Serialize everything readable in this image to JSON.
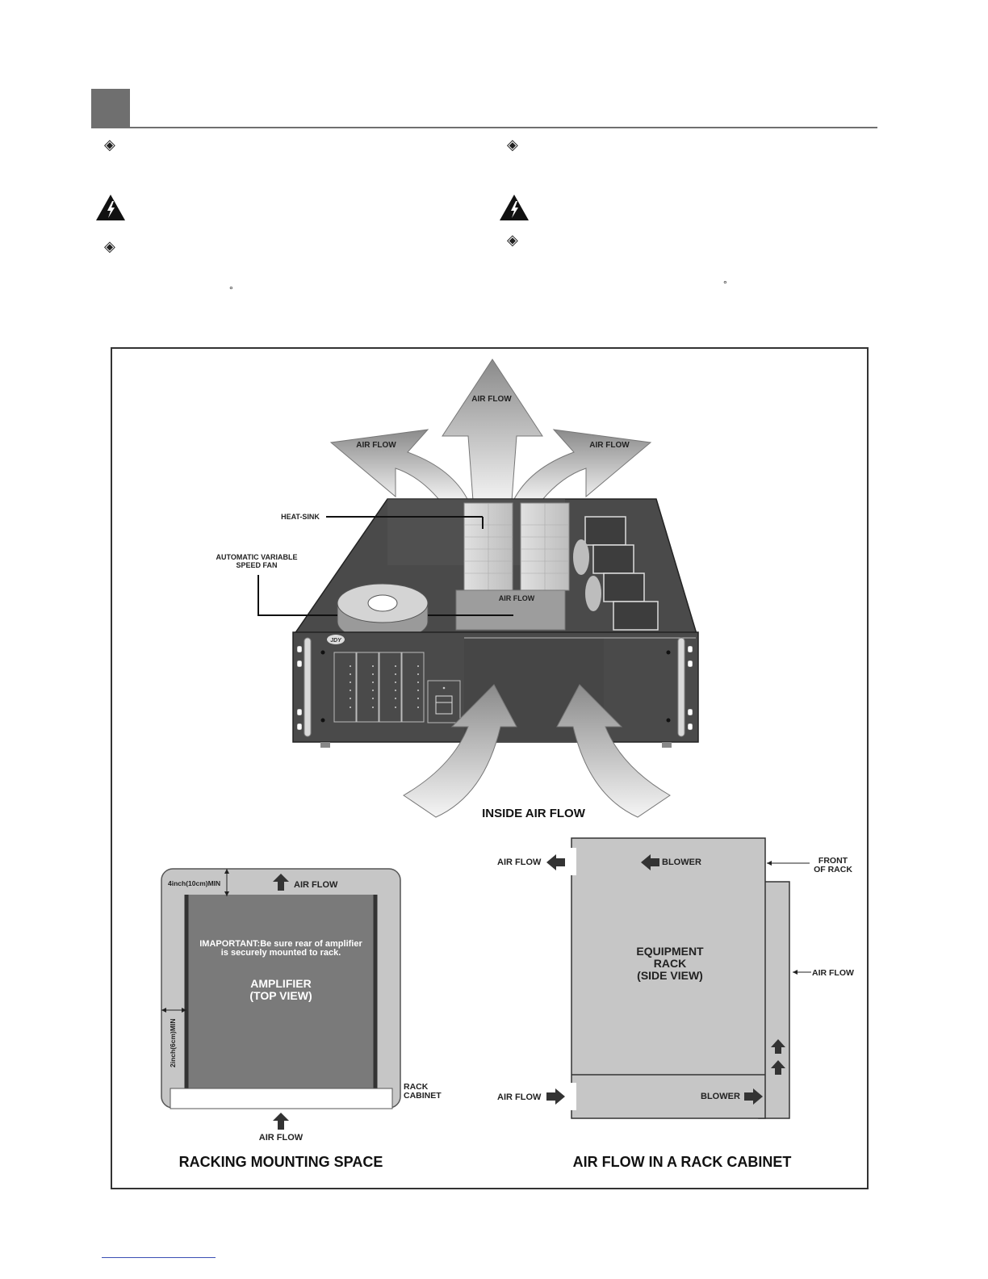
{
  "page": {
    "bullet_glyph": "◈",
    "degree_glyph": "°",
    "icons": {
      "warning": "electric-shock-warning-icon",
      "bullet": "diamond-bullet-icon"
    }
  },
  "figure": {
    "top_labels": {
      "air_flow_top": "AIR FLOW",
      "air_flow_left": "AIR FLOW",
      "air_flow_right": "AIR FLOW",
      "heat_sink": "HEAT-SINK",
      "fan_line1": "AUTOMATIC VARIABLE",
      "fan_line2": "SPEED FAN",
      "air_flow_inner": "AIR FLOW",
      "inside_air_flow": "INSIDE AIR FLOW",
      "brand_logo": "JDY"
    },
    "rack_mount": {
      "top_clearance": "4inch(10cm)MIN",
      "air_flow_top": "AIR FLOW",
      "important_line1": "IMAPORTANT:Be sure rear of amplifier",
      "important_line2": "is securely mounted to rack.",
      "amplifier_line1": "AMPLIFIER",
      "amplifier_line2": "(TOP VIEW)",
      "side_clearance": "2inch(6cm)MIN",
      "rack_line1": "RACK",
      "rack_line2": "CABINET",
      "air_flow_bottom": "AIR FLOW",
      "caption": "RACKING MOUNTING SPACE"
    },
    "rack_cabinet": {
      "air_flow_top_left": "AIR FLOW",
      "blower_top": "BLOWER",
      "front_line1": "FRONT",
      "front_line2": "OF RACK",
      "equipment_line1": "EQUIPMENT",
      "equipment_line2": "RACK",
      "equipment_line3": "(SIDE VIEW)",
      "air_flow_right": "AIR FLOW",
      "air_flow_bottom_left": "AIR FLOW",
      "blower_bottom": "BLOWER",
      "caption": "AIR FLOW IN A RACK CABINET"
    }
  }
}
